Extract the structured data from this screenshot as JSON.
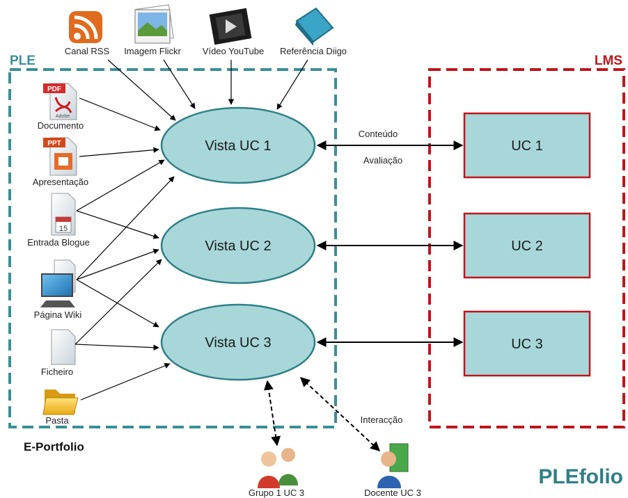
{
  "regions": {
    "ple": {
      "label": "PLE",
      "color": "#3a8f95"
    },
    "lms": {
      "label": "LMS",
      "color": "#c0141b"
    }
  },
  "sources": {
    "rss": "Canal RSS",
    "flickr": "Imagem Flickr",
    "youtube": "Vídeo YouTube",
    "diigo": "Referência Diigo"
  },
  "artifacts": {
    "documento": "Documento",
    "apresentacao": "Apresentação",
    "blogue": "Entrada Blogue",
    "wiki": "Página Wiki",
    "ficheiro": "Ficheiro",
    "pasta": "Pasta"
  },
  "icons": {
    "pdf_badge": "PDF",
    "adobe": "Adobe",
    "ppt_badge": "PPT",
    "calendar_day": "15"
  },
  "views": {
    "uc1": "Vista UC 1",
    "uc2": "Vista UC 2",
    "uc3": "Vista UC 3"
  },
  "lms_units": {
    "uc1": "UC 1",
    "uc2": "UC 2",
    "uc3": "UC 3"
  },
  "edge_labels": {
    "conteudo": "Conteúdo",
    "avaliacao": "Avaliação",
    "interaccao": "Interacção"
  },
  "actors": {
    "grupo": "Grupo 1 UC 3",
    "docente": "Docente UC 3"
  },
  "footer": {
    "eportfolio": "E-Portfolio",
    "brand_ple": "PLE",
    "brand_folio": "folio"
  },
  "colors": {
    "ellipse_fill": "#a8d7da",
    "ellipse_stroke": "#2f7f86",
    "box_fill": "#a8d7da",
    "box_stroke": "#c0141b",
    "arrow": "#000000",
    "brand": "#2f7f86"
  }
}
